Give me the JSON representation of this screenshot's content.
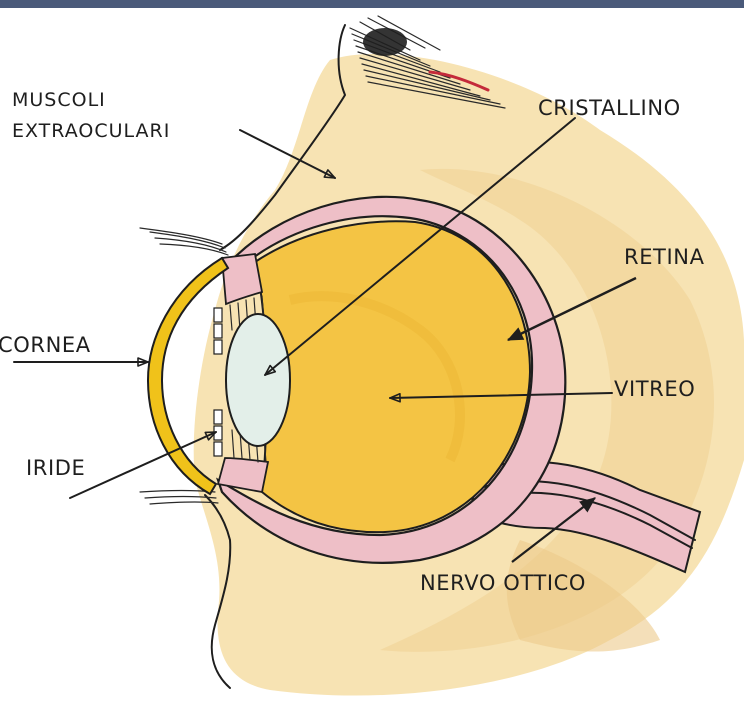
{
  "colors": {
    "header_bar": "#4a5a7a",
    "skin": "#f7e3b3",
    "skin_dark": "#ecc98a",
    "sclera": "#eebfc7",
    "vitreous": "#f4c444",
    "cornea": "#f0c21a",
    "lens": "#e3efe9",
    "eyelash": "#1e1e1e",
    "brow_accent": "#c42a3a"
  },
  "labels": {
    "muscoli_line1": "MUSCOLI",
    "muscoli_line2": "EXTRAOCULARI",
    "cristallino": "CRISTALLINO",
    "retina": "RETINA",
    "cornea": "CORNEA",
    "vitreo": "VITREO",
    "iride": "IRIDE",
    "nervo_ottico": "NERVO OTTICO"
  }
}
